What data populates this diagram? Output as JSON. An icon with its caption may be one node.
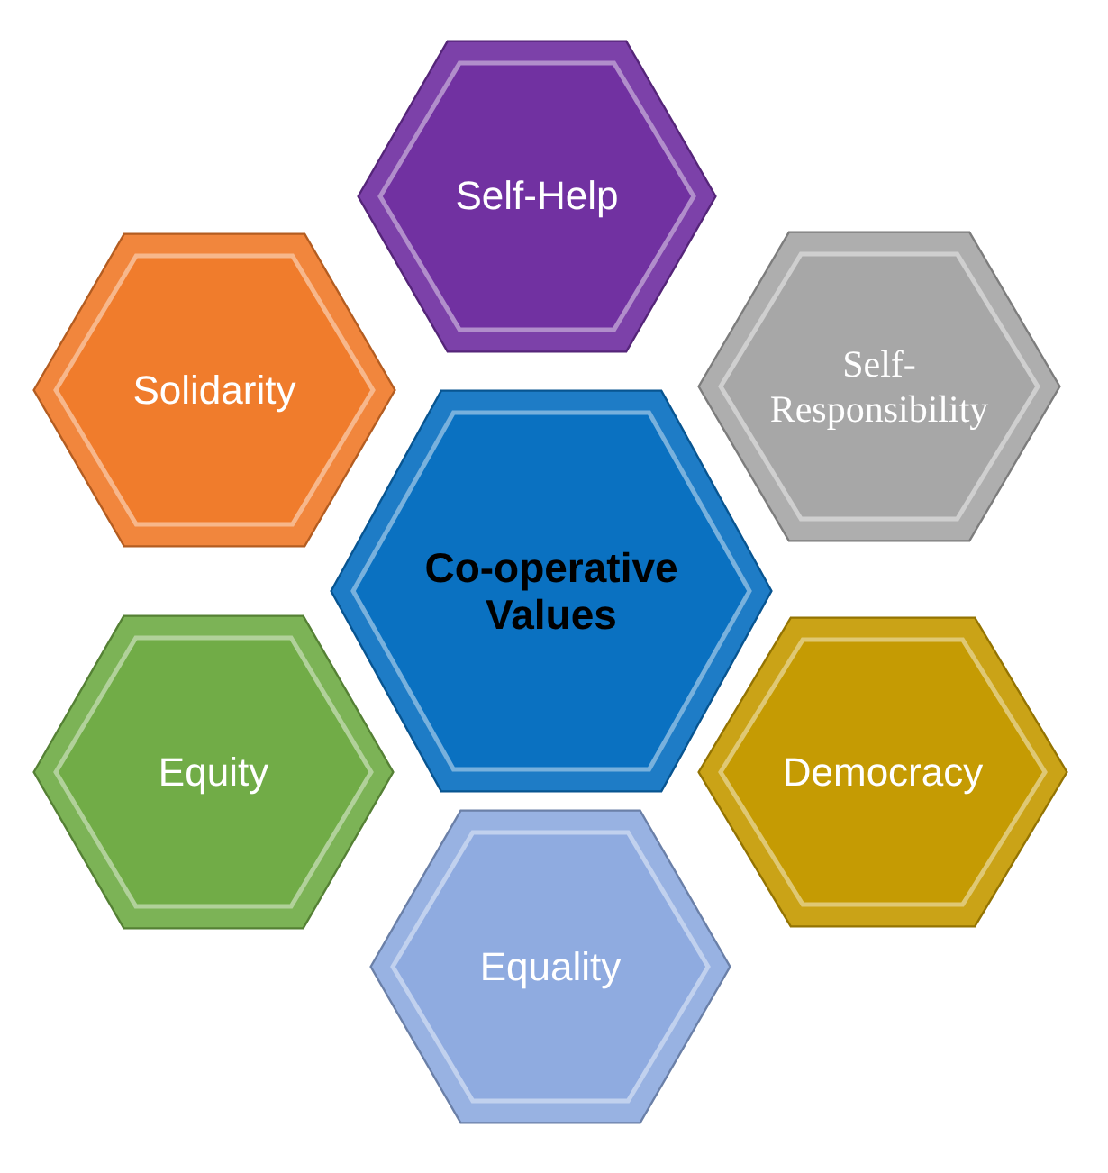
{
  "diagram": {
    "nodes": [
      {
        "text": [
          "Self-Help"
        ]
      },
      {
        "text": [
          "Solidarity"
        ]
      },
      {
        "text": [
          "Self-Responsibility"
        ]
      },
      {
        "text": [
          "Co-operative Values"
        ]
      },
      {
        "text": [
          "Equity"
        ]
      },
      {
        "text": [
          "Democracy"
        ]
      },
      {
        "text": [
          "Equality"
        ]
      }
    ]
  }
}
